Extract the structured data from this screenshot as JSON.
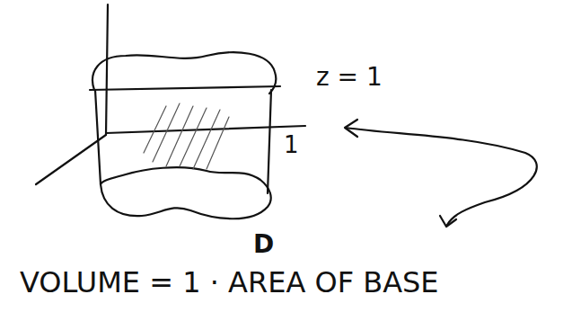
{
  "diagram": {
    "labels": [
      "z = 1",
      "1",
      "D",
      "VOLUME = 1 · AREA OF BASE"
    ]
  }
}
